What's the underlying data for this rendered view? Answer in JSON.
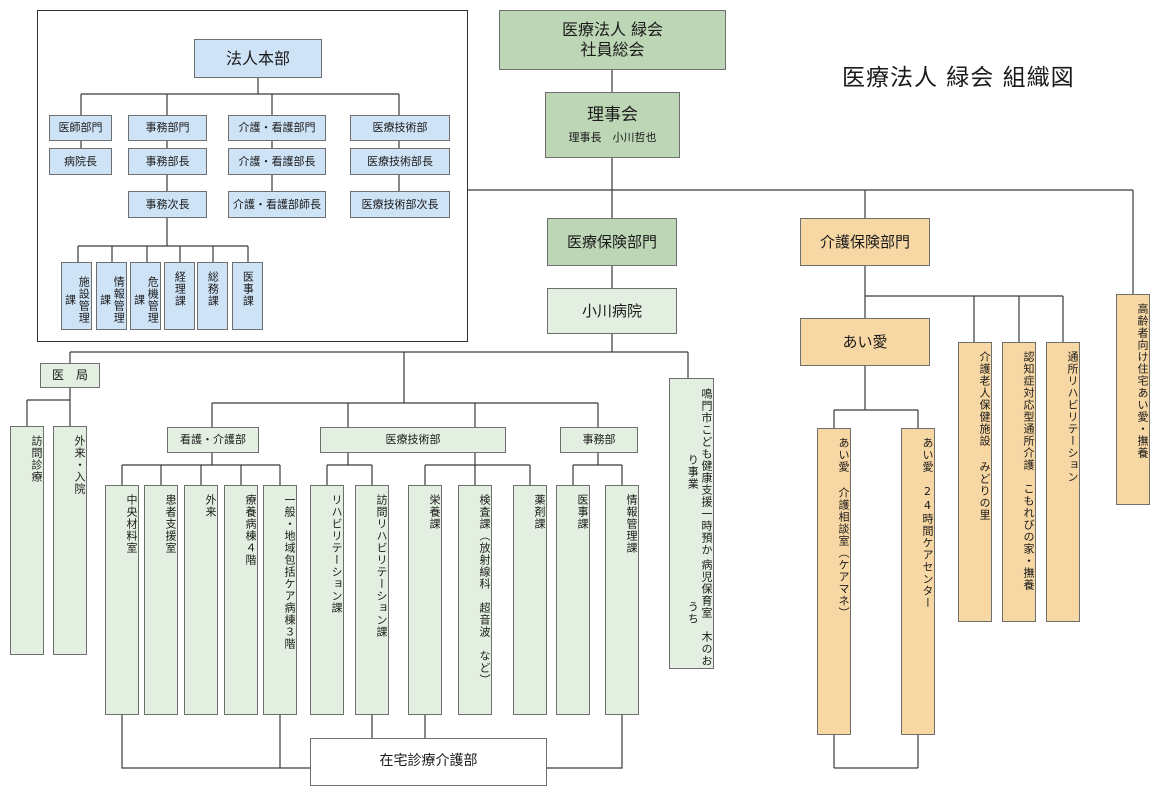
{
  "title": "医療法人 緑会 組織図",
  "top": {
    "general_meeting": [
      "医療法人 緑会",
      "社員総会"
    ],
    "board": "理事会",
    "board_chair": "理事長　小川哲也"
  },
  "hq": {
    "name": "法人本部",
    "departments": [
      {
        "name": "医師部門",
        "roles": [
          "病院長"
        ]
      },
      {
        "name": "事務部門",
        "roles": [
          "事務部長",
          "事務次長"
        ]
      },
      {
        "name": "介護・看護部門",
        "roles": [
          "介護・看護部長",
          "介護・看護部師長"
        ]
      },
      {
        "name": "医療技術部",
        "roles": [
          "医療技術部長",
          "医療技術部次長"
        ]
      }
    ],
    "sections": [
      "施設管理課",
      "情報管理課",
      "危機管理課",
      "経理課",
      "総務課",
      "医事課"
    ]
  },
  "medical": {
    "division": "医療保険部門",
    "hospital": "小川病院",
    "ikyoku": "医　局",
    "ikyoku_units": [
      "訪問診療",
      "外来・入院"
    ],
    "nursing": {
      "name": "看護・介護部",
      "units": [
        "中央材料室",
        "患者支援室",
        "外来",
        "療養病棟４階",
        "一般・地域包括ケア病棟３階"
      ]
    },
    "tech": {
      "name": "医療技術部",
      "units": [
        "リハビリテーション課",
        "訪問リハビリテーション課",
        "栄養課",
        "検査課（放射線科　超音波　など）",
        "薬剤課"
      ]
    },
    "office": {
      "name": "事務部",
      "units": [
        "医事課",
        "情報管理課"
      ]
    },
    "childcare": [
      "鳴門市こども健康支援一時預かり事業",
      "病児保育室　木のおうち"
    ],
    "home_care": "在宅診療介護部"
  },
  "care": {
    "division": "介護保険部門",
    "ai": "あい愛",
    "ai_units": [
      [
        "あい愛 介護相談室",
        "（ケアマネ）"
      ],
      [
        "あい愛　24時間ケアセンター"
      ]
    ],
    "facilities": [
      "介護老人保健施設 みどりの里",
      "認知症対応型通所介護　こもれびの家・撫養",
      "通所リハビリテーション"
    ],
    "housing": [
      "高齢者向け住宅",
      "あい愛・撫養"
    ]
  },
  "colors": {
    "hq_box": "#cfe3f7",
    "medical_box": "#e3efe0",
    "top_box": "#bdd6b5",
    "care_box": "#f7d7a3",
    "line": "#3a3a3a"
  }
}
